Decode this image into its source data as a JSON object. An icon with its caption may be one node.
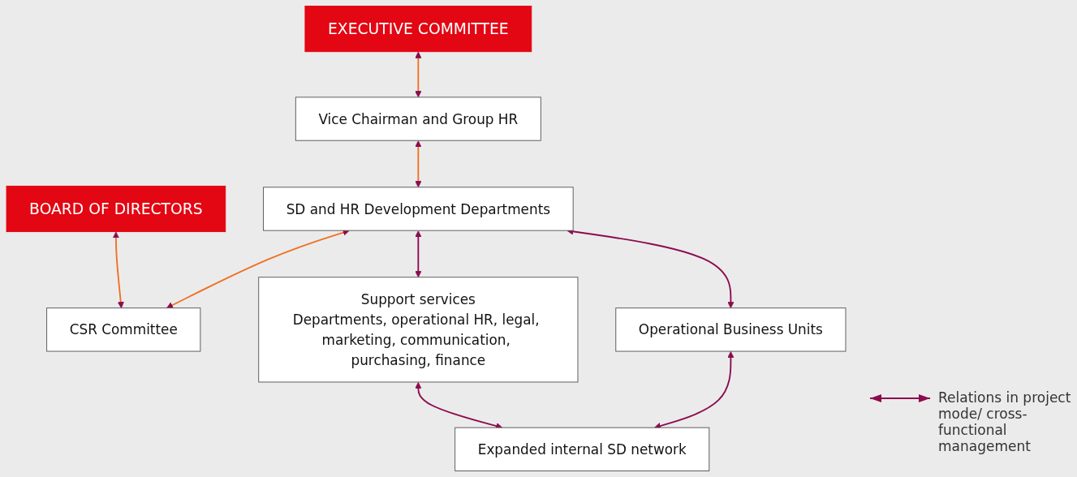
{
  "diagram": {
    "nodes": [
      {
        "text": [
          "EXECUTIVE COMMITTEE"
        ]
      },
      {
        "text": [
          "BOARD OF DIRECTORS"
        ]
      },
      {
        "text": [
          "Vice Chairman and Group HR"
        ]
      },
      {
        "text": [
          "SD and HR Development Departments"
        ]
      },
      {
        "text": [
          "CSR Committee"
        ]
      },
      {
        "text": [
          "Support services",
          "Departments, operational HR, legal, marketing, communication, purchasing, finance"
        ]
      },
      {
        "text": [
          "Operational Business Units"
        ]
      },
      {
        "text": [
          "Expanded internal SD network"
        ]
      }
    ],
    "edges": [
      {
        "from": 0,
        "to": 2,
        "arrow": "both",
        "color": "#f07022"
      },
      {
        "from": 1,
        "to": 4,
        "arrow": "both",
        "color": "#f07022"
      },
      {
        "from": 2,
        "to": 3,
        "arrow": "both",
        "color": "#f07022"
      },
      {
        "from": 3,
        "to": 4,
        "arrow": "both",
        "color": "#f07022"
      },
      {
        "from": 3,
        "to": 5,
        "arrow": "both",
        "color": "#8c0b4e"
      },
      {
        "from": 3,
        "to": 6,
        "arrow": "both",
        "color": "#8c0b4e"
      },
      {
        "from": 5,
        "to": 7,
        "arrow": "both",
        "color": "#8c0b4e"
      },
      {
        "from": 6,
        "to": 7,
        "arrow": "both",
        "color": "#8c0b4e"
      }
    ],
    "legend": [
      {
        "text": "Relations in project mode/ cross-functional management"
      }
    ]
  }
}
